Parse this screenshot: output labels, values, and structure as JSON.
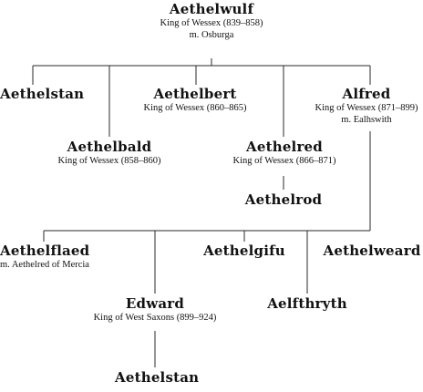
{
  "people": {
    "aethelwulf": {
      "name": "Aethelwulf",
      "title": "King of Wessex (839–858)",
      "spouse": "m. Osburga"
    },
    "aethelstan1": {
      "name": "Aethelstan"
    },
    "aethelbert": {
      "name": "Aethelbert",
      "title": "King of Wessex (860–865)"
    },
    "alfred": {
      "name": "Alfred",
      "title": "King of Wessex (871–899)",
      "spouse": "m. Ealhswith"
    },
    "aethelbald": {
      "name": "Aethelbald",
      "title": "King of Wessex (858–860)"
    },
    "aethelred": {
      "name": "Aethelred",
      "title": "King of Wessex (866–871)"
    },
    "aethelrod": {
      "name": "Aethelrod"
    },
    "aethelflaed": {
      "name": "Aethelflaed",
      "spouse": "m. Aethelred of Mercia"
    },
    "aethelgifu": {
      "name": "Aethelgifu"
    },
    "aethelweard": {
      "name": "Aethelweard"
    },
    "aelfthryth": {
      "name": "Aelfthryth"
    },
    "edward": {
      "name": "Edward",
      "title": "King of West Saxons (899–924)"
    },
    "aethelstan2": {
      "name": "Aethelstan"
    }
  }
}
